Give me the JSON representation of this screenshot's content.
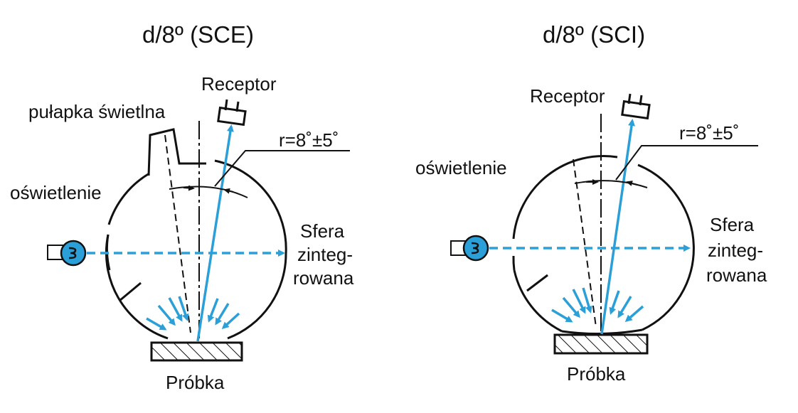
{
  "left": {
    "title": "d/8º (SCE)",
    "receptor": "Receptor",
    "light_trap": "pułapka świetlna",
    "illumination": "oświetlenie",
    "angle": "r=8˚±5˚",
    "sphere": [
      "Sfera",
      "zinteg-",
      "rowana"
    ],
    "sample": "Próbka"
  },
  "right": {
    "title": "d/8º (SCI)",
    "receptor": "Receptor",
    "illumination": "oświetlenie",
    "angle": "r=8˚±5˚",
    "sphere": [
      "Sfera",
      "zinteg-",
      "rowana"
    ],
    "sample": "Próbka"
  },
  "colors": {
    "accent": "#2a9fd8",
    "ink": "#111111"
  },
  "icons": [
    "lamp-icon",
    "receptor-icon",
    "sample-icon"
  ]
}
